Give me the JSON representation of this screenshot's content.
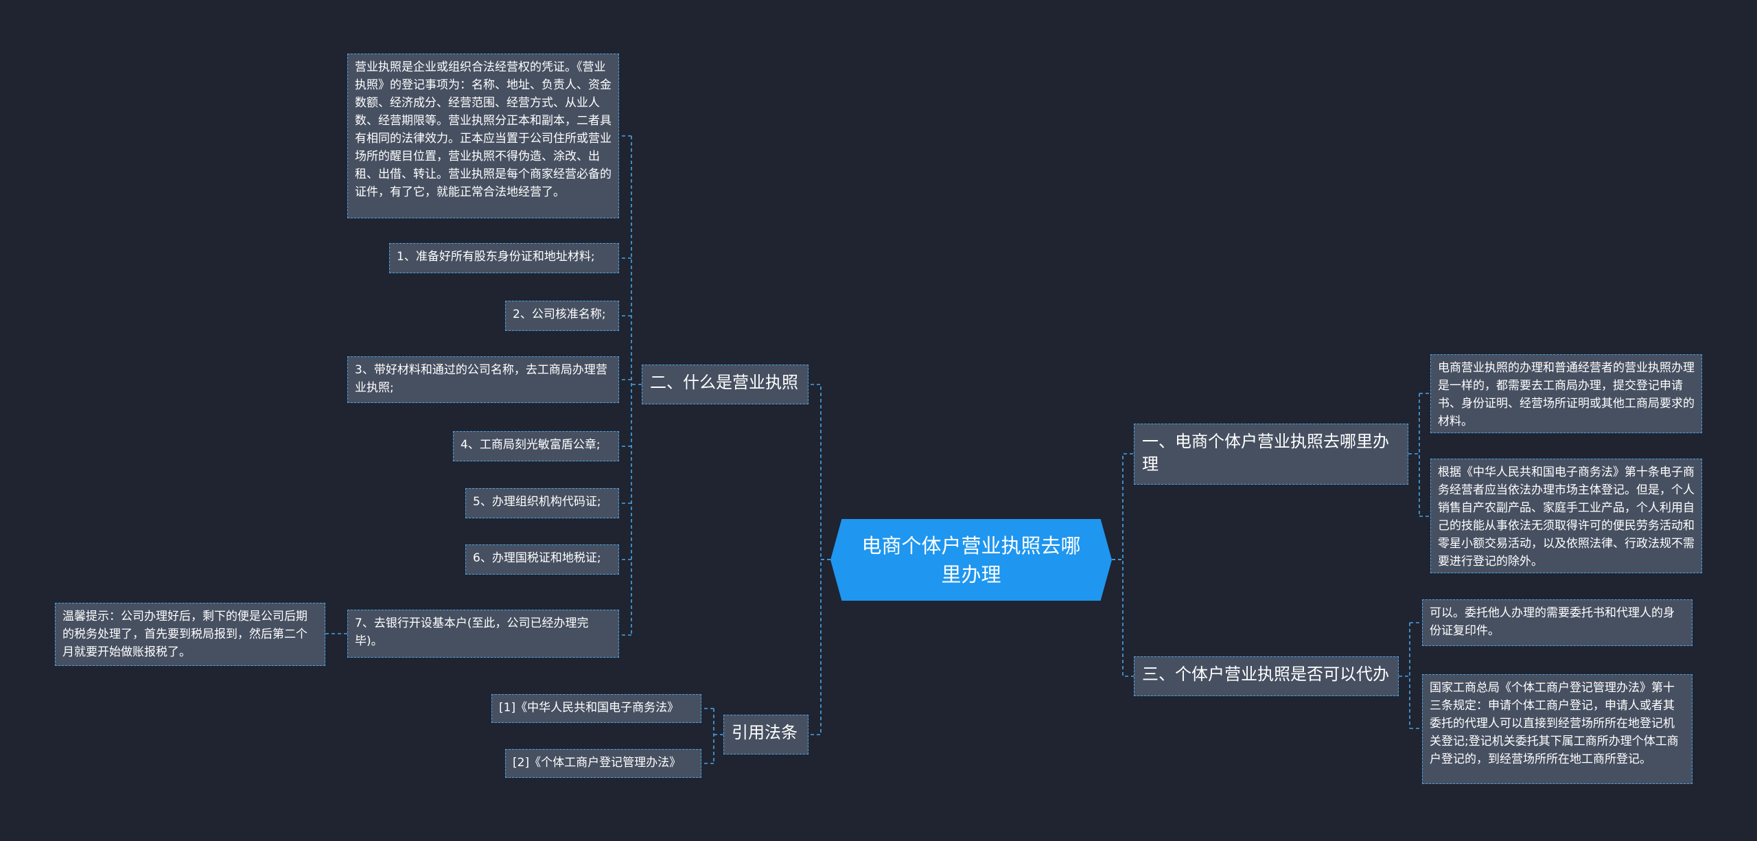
{
  "root": {
    "title": "电商个体户营业执照去哪里办理"
  },
  "branches": {
    "b1": {
      "label": "二、什么是营业执照",
      "items": [
        "营业执照是企业或组织合法经营权的凭证。《营业执照》的登记事项为：名称、地址、负责人、资金数额、经济成分、经营范围、经营方式、从业人数、经营期限等。营业执照分正本和副本，二者具有相同的法律效力。正本应当置于公司住所或营业场所的醒目位置，营业执照不得伪造、涂改、出租、出借、转让。营业执照是每个商家经营必备的证件，有了它，就能正常合法地经营了。",
        "1、准备好所有股东身份证和地址材料;",
        "2、公司核准名称;",
        "3、带好材料和通过的公司名称，去工商局办理营业执照;",
        "4、工商局刻光敏富盾公章;",
        "5、办理组织机构代码证;",
        "6、办理国税证和地税证;",
        "7、去银行开设基本户(至此，公司已经办理完毕)。"
      ],
      "tip": "温馨提示：公司办理好后，剩下的便是公司后期的税务处理了，首先要到税局报到，然后第二个月就要开始做账报税了。"
    },
    "b2": {
      "label": "引用法条",
      "items": [
        "[1]《中华人民共和国电子商务法》",
        "[2]《个体工商户登记管理办法》"
      ]
    },
    "b3": {
      "label": "一、电商个体户营业执照去哪里办理",
      "items": [
        "电商营业执照的办理和普通经营者的营业执照办理是一样的，都需要去工商局办理，提交登记申请书、身份证明、经营场所证明或其他工商局要求的材料。",
        "根据《中华人民共和国电子商务法》第十条电子商务经营者应当依法办理市场主体登记。但是，个人销售自产农副产品、家庭手工业产品，个人利用自己的技能从事依法无须取得许可的便民劳务活动和零星小额交易活动，以及依照法律、行政法规不需要进行登记的除外。"
      ]
    },
    "b4": {
      "label": "三、个体户营业执照是否可以代办",
      "items": [
        "可以。委托他人办理的需要委托书和代理人的身份证复印件。",
        "国家工商总局《个体工商户登记管理办法》第十三条规定：申请个体工商户登记，申请人或者其委托的代理人可以直接到经营场所所在地登记机关登记;登记机关委托其下属工商所办理个体工商户登记的，到经营场所所在地工商所登记。"
      ]
    }
  },
  "colors": {
    "background": "#1f2430",
    "node_fill": "#475061",
    "accent": "#1f96ef",
    "connector": "#4aa3e8"
  }
}
